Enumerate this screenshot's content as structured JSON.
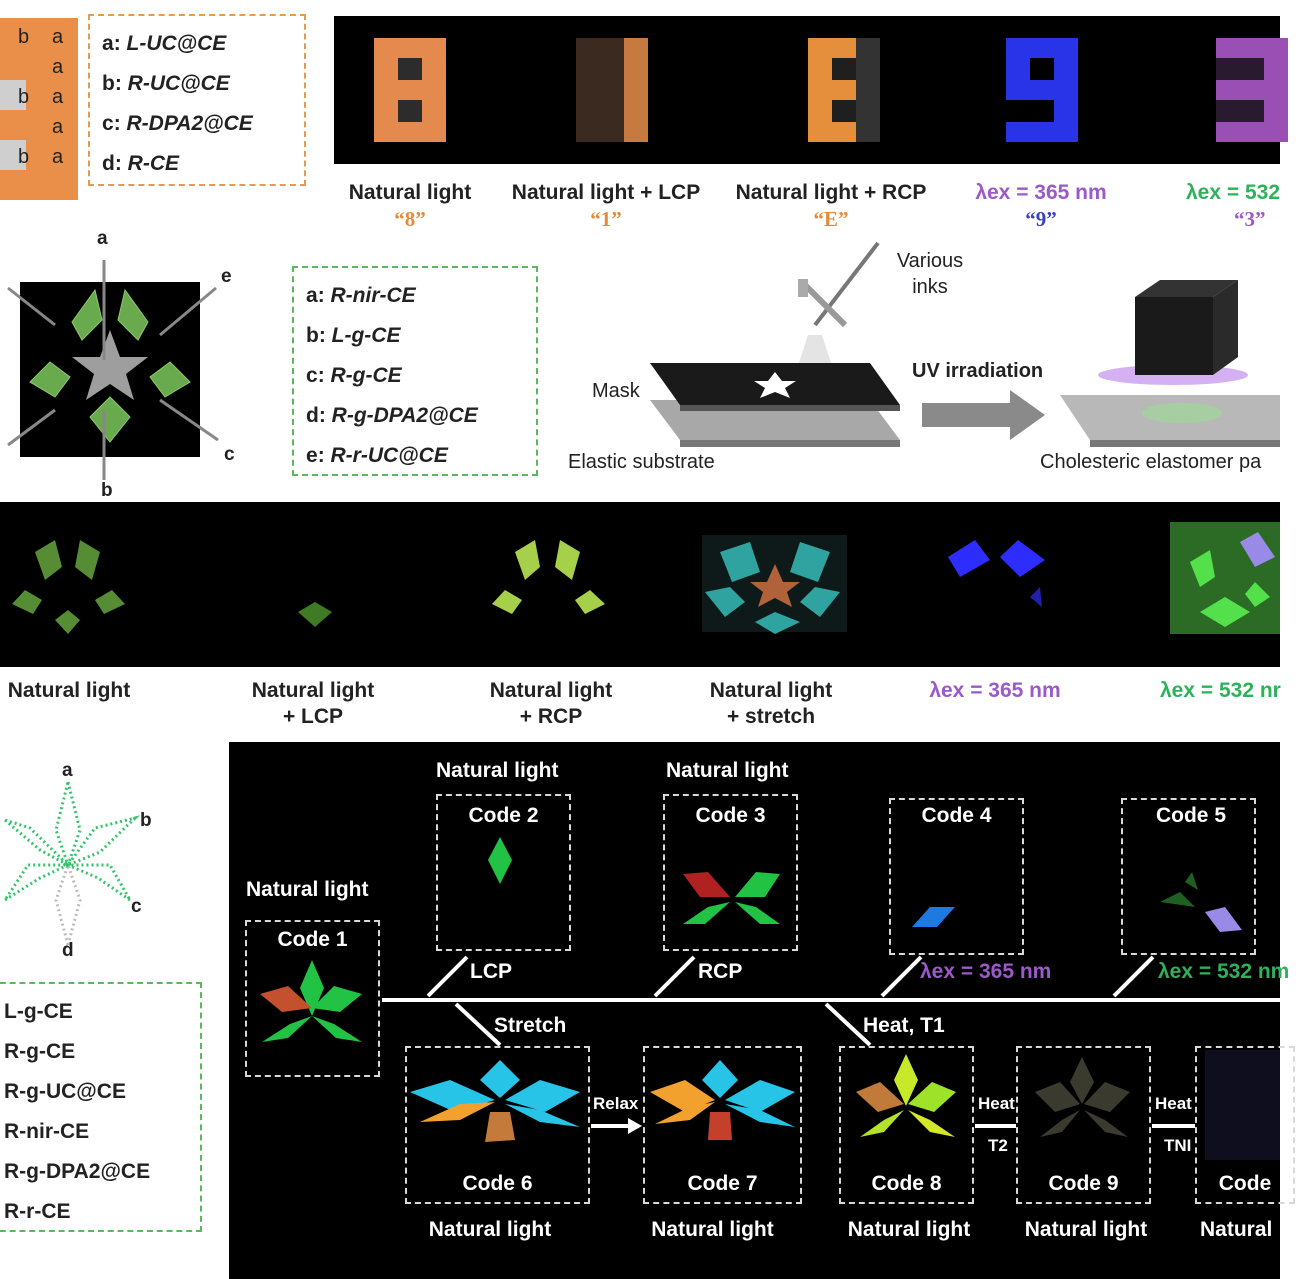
{
  "colors": {
    "orange_caption": "#e58a3b",
    "blue_caption": "#3a43b9",
    "purple_caption": "#9b59c9",
    "green_caption": "#2db25a",
    "legend_orange": "#e69a4a",
    "legend_green": "#5cb85c"
  },
  "panel_a": {
    "legend": [
      "L-UC@CE",
      "R-UC@CE",
      "R-DPA2@CE",
      "R-CE"
    ],
    "legend_keys": [
      "a",
      "b",
      "c",
      "d"
    ],
    "tile_letters": [
      "b",
      "a",
      "a",
      "b",
      "a",
      "a",
      "b",
      "a"
    ],
    "captions": [
      {
        "line1": "Natural light",
        "line2": "“8”"
      },
      {
        "line1": "Natural light + LCP",
        "line2": "“1”"
      },
      {
        "line1": "Natural light + RCP",
        "line2": "“E”"
      },
      {
        "line1": "λex = 365 nm",
        "line2": "“9”"
      },
      {
        "line1": "λex = 532",
        "line2": "“3”"
      }
    ]
  },
  "panel_b": {
    "star_labels": [
      "a",
      "e",
      "c",
      "b"
    ],
    "legend": [
      "R-nir-CE",
      "L-g-CE",
      "R-g-CE",
      "R-g-DPA2@CE",
      "R-r-UC@CE"
    ],
    "legend_keys": [
      "a",
      "b",
      "c",
      "d",
      "e"
    ],
    "process": {
      "inks": "Various inks",
      "mask": "Mask",
      "substrate": "Elastic substrate",
      "uv": "UV irradiation",
      "product": "Cholesteric elastomer pa"
    },
    "captions": [
      {
        "line1": "Natural light",
        "line2": ""
      },
      {
        "line1": "Natural light",
        "line2": "+ LCP"
      },
      {
        "line1": "Natural light",
        "line2": "+ RCP"
      },
      {
        "line1": "Natural light",
        "line2": "+ stretch"
      },
      {
        "line1": "λex = 365 nm",
        "line2": ""
      },
      {
        "line1": "λex = 532 nr",
        "line2": ""
      }
    ]
  },
  "panel_c": {
    "petal_labels": [
      "a",
      "b",
      "c",
      "d"
    ],
    "legend": [
      "L-g-CE",
      "R-g-CE",
      "R-g-UC@CE",
      "R-nir-CE",
      "R-g-DPA2@CE",
      "R-r-CE"
    ],
    "codes": {
      "c1": {
        "title": "Natural light",
        "code": "Code 1"
      },
      "c2": {
        "title": "Natural light",
        "code": "Code 2"
      },
      "c3": {
        "title": "Natural light",
        "code": "Code 3"
      },
      "c4": {
        "code": "Code 4"
      },
      "c5": {
        "code": "Code 5"
      },
      "c6": {
        "code": "Code 6",
        "bottom": "Natural light"
      },
      "c7": {
        "code": "Code 7",
        "bottom": "Natural light"
      },
      "c8": {
        "code": "Code 8",
        "bottom": "Natural light"
      },
      "c9": {
        "code": "Code 9",
        "bottom": "Natural light"
      },
      "c10": {
        "code": "Code",
        "bottom": "Natural"
      }
    },
    "branch_labels": {
      "lcp": "LCP",
      "rcp": "RCP",
      "uv365": "λex = 365 nm",
      "g532": "λex = 532 nm",
      "stretch": "Stretch",
      "heat_t1": "Heat, T1",
      "relax": "Relax",
      "heat1": "Heat",
      "t2": "T2",
      "heat2": "Heat",
      "tni": "TNI"
    }
  }
}
